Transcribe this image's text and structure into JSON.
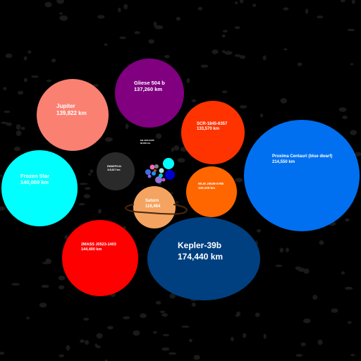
{
  "bodies": [
    {
      "id": "jupiter",
      "name": "Jupiter",
      "size": "139,822 km",
      "color": "#FA8072"
    },
    {
      "id": "gliese",
      "name": "Gliese 504 b",
      "size": "137,260 km",
      "color": "#800080"
    },
    {
      "id": "scr",
      "name": "SCR-1845-6357",
      "size": "133,570 km",
      "color": "#FF3300"
    },
    {
      "id": "proxima",
      "name": "Proxima Centauri (blue dwarf)",
      "size": "214,550 km",
      "color": "#0070F0"
    },
    {
      "id": "frozen",
      "name": "Frozen Star",
      "size": "140,000 km",
      "color": "#00FFFF"
    },
    {
      "id": "dwarf",
      "name": "DWARF9-04",
      "size": "115,817 km",
      "color": "#2A2A2A"
    },
    {
      "id": "saturn",
      "name": "Saturn",
      "size": "116,464",
      "color": "#F4A460"
    },
    {
      "id": "wlm",
      "name": "WLM J0539-0785",
      "size": "120,100 km",
      "color": "#FF6600"
    },
    {
      "id": "twomass",
      "name": "2MASS J0523-1403",
      "size": "144,400 km",
      "color": "#FF0000"
    },
    {
      "id": "kepler",
      "name": "Kepler-39b",
      "size": "174,440 km",
      "color": "#004080"
    },
    {
      "id": "tiny",
      "name": "EB 1265 EZ35",
      "size": "80,850 km",
      "color": "#FFFFFF"
    }
  ],
  "small_cluster_colors": [
    "#00FFFF",
    "#0000CD",
    "#9370DB",
    "#4169E1",
    "#FF69B4",
    "#808080",
    "#B0E0E6",
    "#1E90FF",
    "#7B68EE",
    "#00CED1",
    "#A0522D",
    "#BA55D3"
  ]
}
